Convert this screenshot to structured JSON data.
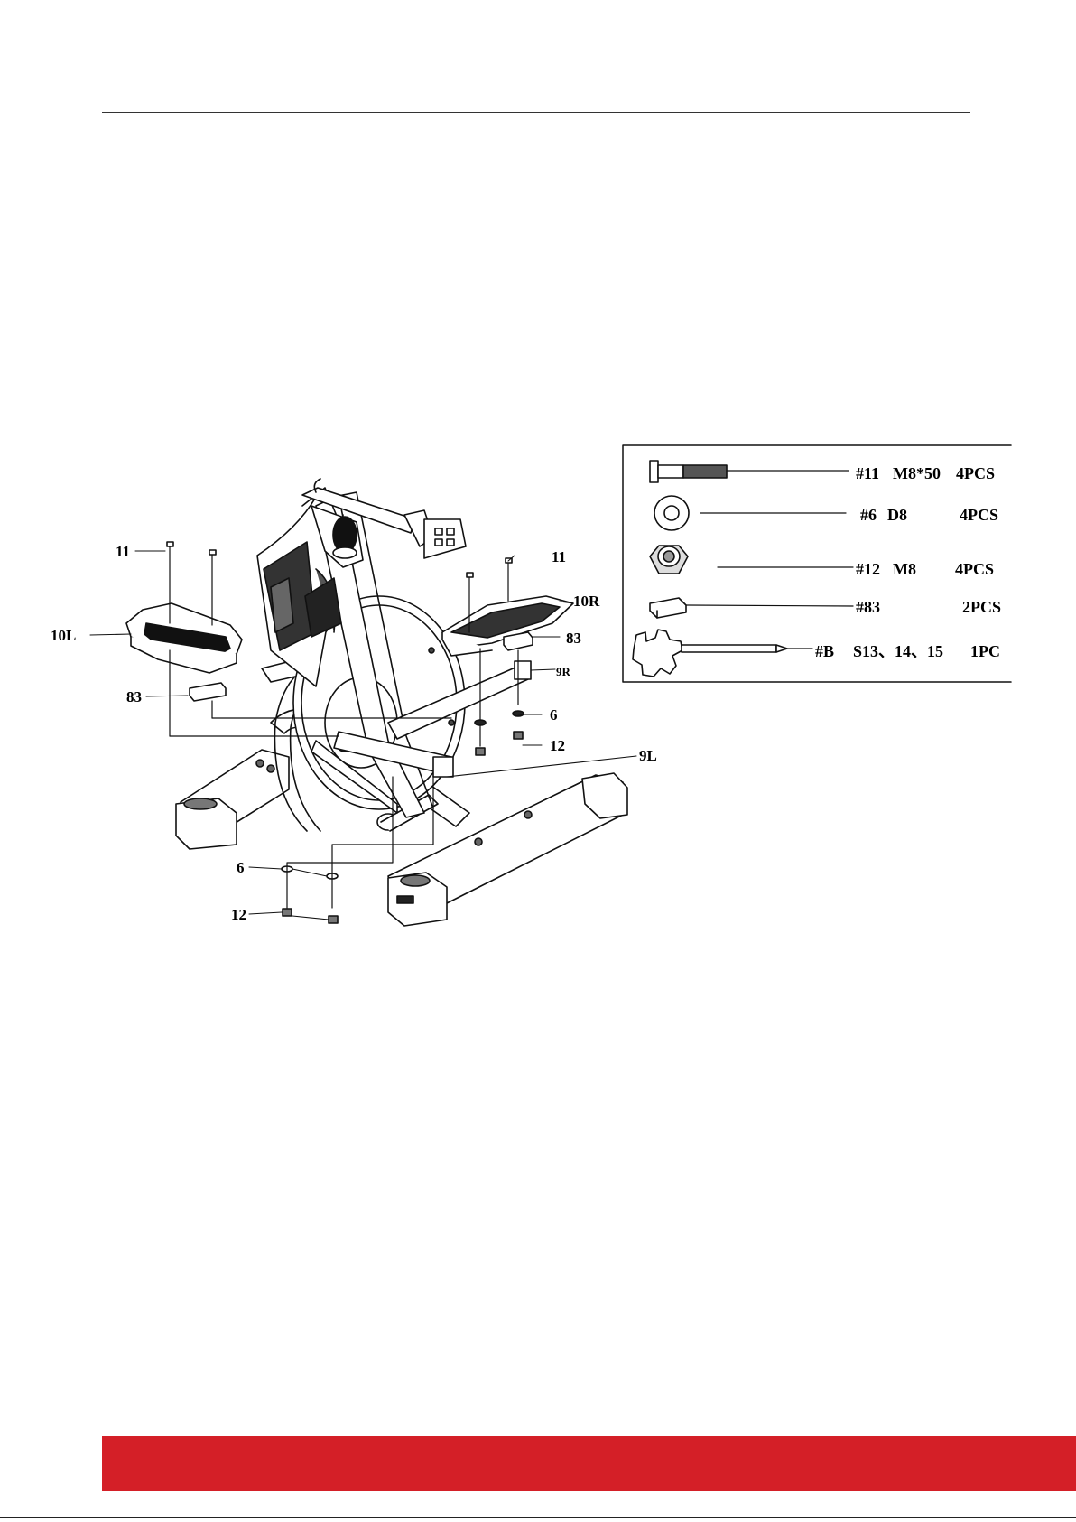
{
  "parts_box": {
    "items": [
      {
        "id": "#11",
        "spec": "M8*50",
        "qty": "4PCS",
        "icon": "bolt-icon"
      },
      {
        "id": "#6",
        "spec": "D8",
        "qty": "4PCS",
        "icon": "washer-icon"
      },
      {
        "id": "#12",
        "spec": "M8",
        "qty": "4PCS",
        "icon": "nut-icon"
      },
      {
        "id": "#83",
        "spec": "",
        "qty": "2PCS",
        "icon": "bracket-icon"
      },
      {
        "id": "#B",
        "spec": "S13、14、15",
        "qty": "1PC",
        "icon": "wrench-icon"
      }
    ]
  },
  "callouts": {
    "bolt_left": "11",
    "bolt_right": "11",
    "pedal_left": "10L",
    "pedal_right": "10R",
    "bracket_left": "83",
    "bracket_right": "83",
    "arm_right": "9R",
    "arm_left": "9L",
    "washer_left": "6",
    "washer_right": "6",
    "nut_left": "12",
    "nut_right": "12"
  },
  "colors": {
    "footer_bar": "#d41f27"
  }
}
